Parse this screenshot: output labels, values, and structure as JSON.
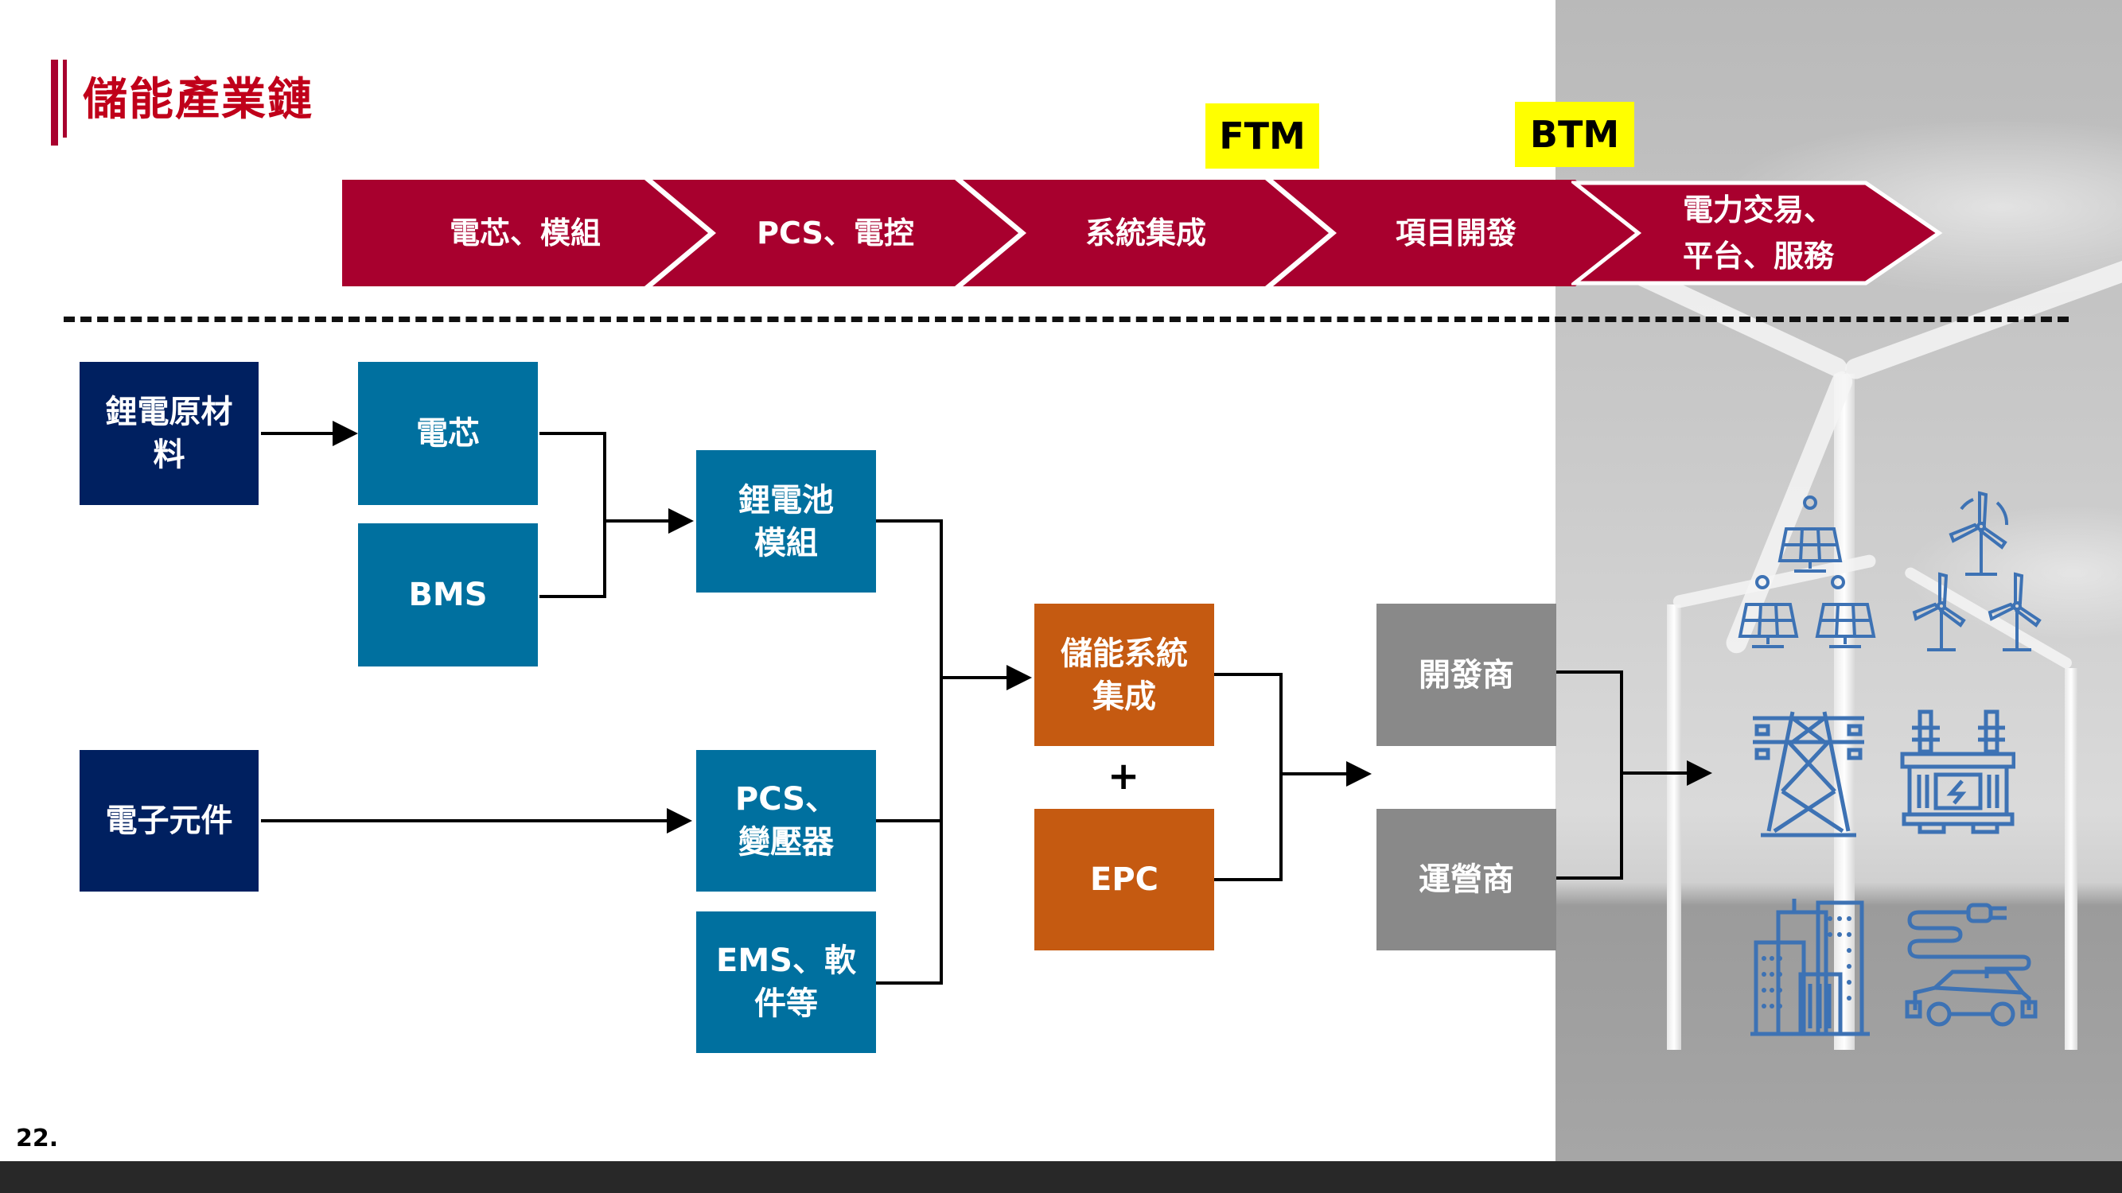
{
  "slide": {
    "title": "儲能產業鏈",
    "page_number": "22."
  },
  "value_chain": {
    "stages": [
      {
        "label": "電芯、模組"
      },
      {
        "label": "PCS、電控"
      },
      {
        "label": "系統集成"
      },
      {
        "label": "項目開發"
      },
      {
        "label_line1": "電力交易、",
        "label_line2": "平台、服務"
      }
    ],
    "tags": {
      "ftm": "FTM",
      "btm": "BTM"
    }
  },
  "flow": {
    "raw_materials": {
      "line1": "鋰電原材",
      "line2": "料"
    },
    "electronic_components": "電子元件",
    "cell": "電芯",
    "bms": "BMS",
    "battery_module": {
      "line1": "鋰電池",
      "line2": "模組"
    },
    "pcs": {
      "line1": "PCS、",
      "line2": "變壓器"
    },
    "ems": {
      "line1": "EMS、軟",
      "line2": "件等"
    },
    "integration": {
      "line1": "儲能系統",
      "line2": "集成"
    },
    "plus": "+",
    "epc": "EPC",
    "developer": "開發商",
    "operator": "運營商"
  },
  "applications": {
    "icons": [
      "solar-panels-icon",
      "wind-turbines-icon",
      "transmission-tower-icon",
      "transformer-icon",
      "buildings-icon",
      "electric-car-icon"
    ]
  },
  "colors": {
    "title_red": "#c0001a",
    "chevron_red": "#a8002e",
    "navy": "#002060",
    "teal": "#00709f",
    "orange": "#c55a11",
    "grey": "#898989",
    "tag_yellow": "#ffff00",
    "icon_blue": "#3d72b4"
  }
}
